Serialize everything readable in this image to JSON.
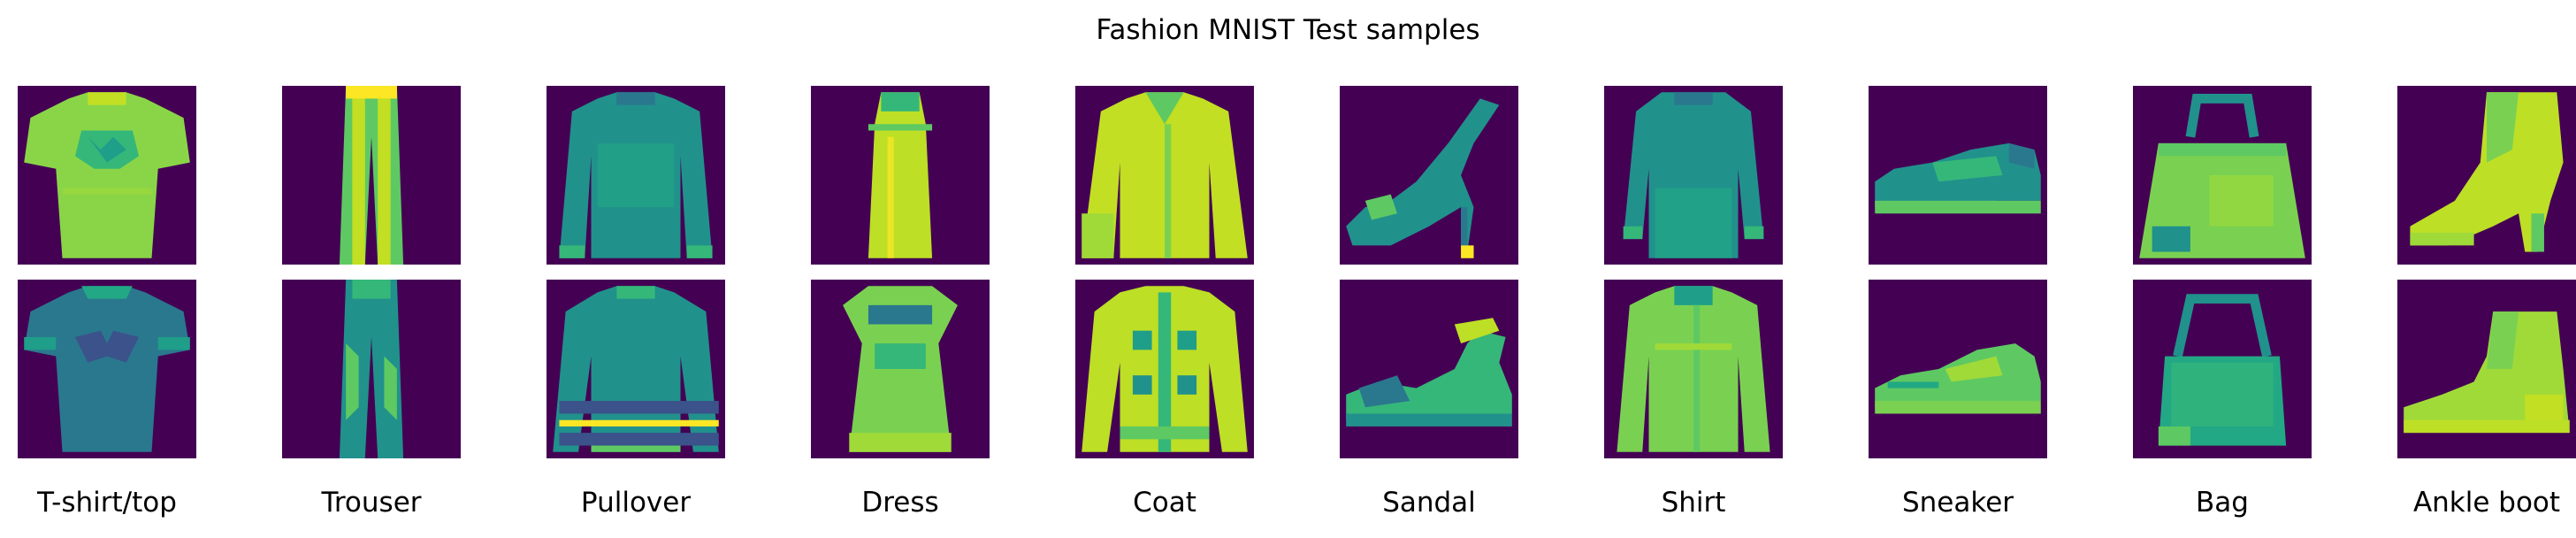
{
  "figure": {
    "title": "Fashion MNIST Test samples",
    "colormap": "viridis",
    "background_color": "#440154",
    "classes": [
      {
        "label": "T-shirt/top",
        "samples": [
          "tshirt-a",
          "tshirt-b"
        ]
      },
      {
        "label": "Trouser",
        "samples": [
          "trouser-a",
          "trouser-b"
        ]
      },
      {
        "label": "Pullover",
        "samples": [
          "pullover-a",
          "pullover-b"
        ]
      },
      {
        "label": "Dress",
        "samples": [
          "dress-a",
          "dress-b"
        ]
      },
      {
        "label": "Coat",
        "samples": [
          "coat-a",
          "coat-b"
        ]
      },
      {
        "label": "Sandal",
        "samples": [
          "sandal-a",
          "sandal-b"
        ]
      },
      {
        "label": "Shirt",
        "samples": [
          "shirt-a",
          "shirt-b"
        ]
      },
      {
        "label": "Sneaker",
        "samples": [
          "sneaker-a",
          "sneaker-b"
        ]
      },
      {
        "label": "Bag",
        "samples": [
          "bag-a",
          "bag-b"
        ]
      },
      {
        "label": "Ankle boot",
        "samples": [
          "boot-a",
          "boot-b"
        ]
      }
    ]
  }
}
